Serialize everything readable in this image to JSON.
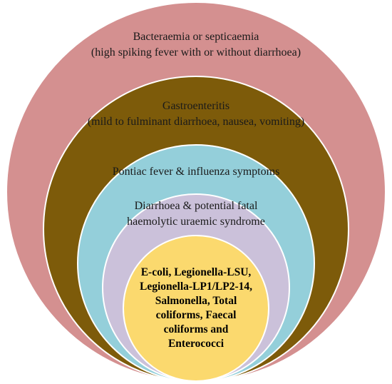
{
  "colors": {
    "outer": "#D49090",
    "second": "#7D5B0A",
    "third": "#94CFDA",
    "fourth": "#CBC1DA",
    "core": "#FBD96E",
    "stroke": "#FFFFFF"
  },
  "rings": {
    "outer": {
      "line1": "Bacteraemia or septicaemia",
      "line2": "(high spiking fever with or without diarrhoea)"
    },
    "second": {
      "line1": "Gastroenteritis",
      "line2": "(mild to fulminant diarrhoea, nausea, vomiting)"
    },
    "third": {
      "line1": "Pontiac fever & influenza symptoms"
    },
    "fourth": {
      "line1": "Diarrhoea & potential fatal",
      "line2": "haemolytic uraemic syndrome"
    },
    "core": {
      "lines": [
        "E-coli, Legionella-LSU,",
        "Legionella-LP1/LP2-14,",
        "Salmonella, Total",
        "coliforms, Faecal",
        "coliforms and",
        "Enterococci"
      ]
    }
  }
}
